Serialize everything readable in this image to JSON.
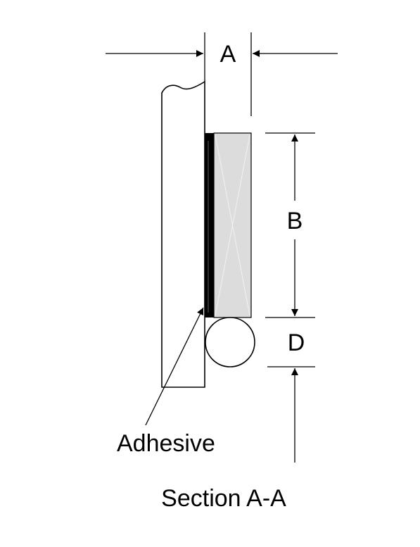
{
  "labels": {
    "dim_a": "A",
    "dim_b": "B",
    "dim_d": "D",
    "adhesive": "Adhesive",
    "section": "Section A-A"
  },
  "colors": {
    "line": "#000000",
    "adhesive_layer": "#000000",
    "gasket_fill": "#dcdcdc",
    "gasket_hatch": "#f2f2f2",
    "background": "#ffffff"
  }
}
